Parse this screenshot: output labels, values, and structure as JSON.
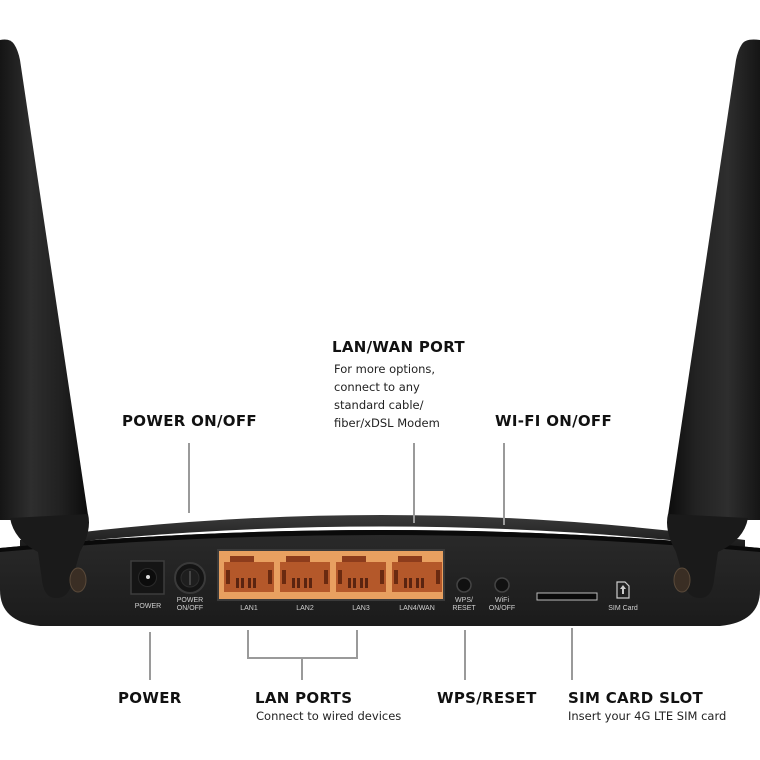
{
  "image": {
    "subject": "4G LTE wireless router, rear panel with labeled ports",
    "colors": {
      "background": "#ffffff",
      "router_body": "#1c1c1c",
      "antenna": "#232323",
      "lan_panel": "#e8a060",
      "port_interior": "#b4582a",
      "leader_line": "#9a9a9a",
      "label_text": "#111111"
    }
  },
  "callouts_top": {
    "power_onoff": {
      "title": "POWER ON/OFF"
    },
    "lan_wan_port": {
      "title": "LAN/WAN PORT",
      "description": [
        "For more options,",
        "connect to any",
        "standard cable/",
        "fiber/xDSL Modem"
      ]
    },
    "wifi_onoff": {
      "title": "WI-FI ON/OFF"
    }
  },
  "callouts_bottom": {
    "power": {
      "title": "POWER"
    },
    "lan_ports": {
      "title": "LAN PORTS",
      "description": "Connect to wired devices"
    },
    "wps_reset": {
      "title": "WPS/RESET"
    },
    "sim_card_slot": {
      "title": "SIM CARD SLOT",
      "description": "Insert your 4G LTE SIM card"
    }
  },
  "rear_panel_labels": {
    "power": "POWER",
    "power_onoff": [
      "POWER",
      "ON/OFF"
    ],
    "lan1": "LAN1",
    "lan2": "LAN2",
    "lan3": "LAN3",
    "lan4wan": "LAN4/WAN",
    "wps_reset": [
      "WPS/",
      "RESET"
    ],
    "wifi_onoff": [
      "WiFi",
      "ON/OFF"
    ],
    "sim_card": "SIM Card"
  }
}
